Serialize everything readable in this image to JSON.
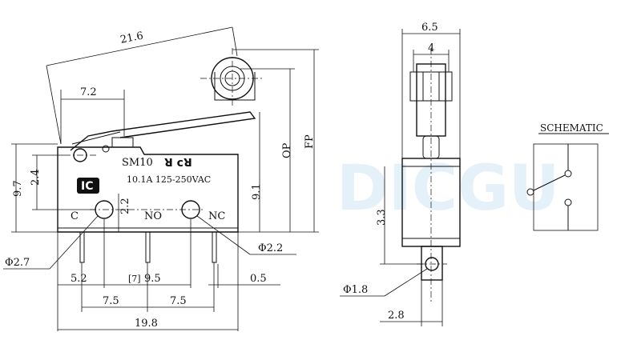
{
  "watermark": "DICGU",
  "model": "SM10",
  "rating": "10.1A 125-250VAC",
  "terminals": {
    "c": "C",
    "no": "NO",
    "nc": "NC"
  },
  "schematic_title": "SCHEMATIC",
  "dims": {
    "lever_len": "21.6",
    "d_7_2": "7.2",
    "d_9_7": "9.7",
    "d_2_4": "2.4",
    "d_2_2": "2.2",
    "d_9_1": "9.1",
    "op": "OP",
    "fp": "FP",
    "hole_left": "Φ2.7",
    "hole_right": "Φ2.2",
    "d_5_2": "5.2",
    "d_7_bracket": "[7]",
    "d_9_5": "9.5",
    "d_0_5": "0.5",
    "d_7_5_a": "7.5",
    "d_7_5_b": "7.5",
    "d_19_8": "19.8",
    "d_6_5": "6.5",
    "d_4": "4",
    "d_3_3": "3.3",
    "side_hole": "Φ1.8",
    "d_2_8": "2.8"
  }
}
